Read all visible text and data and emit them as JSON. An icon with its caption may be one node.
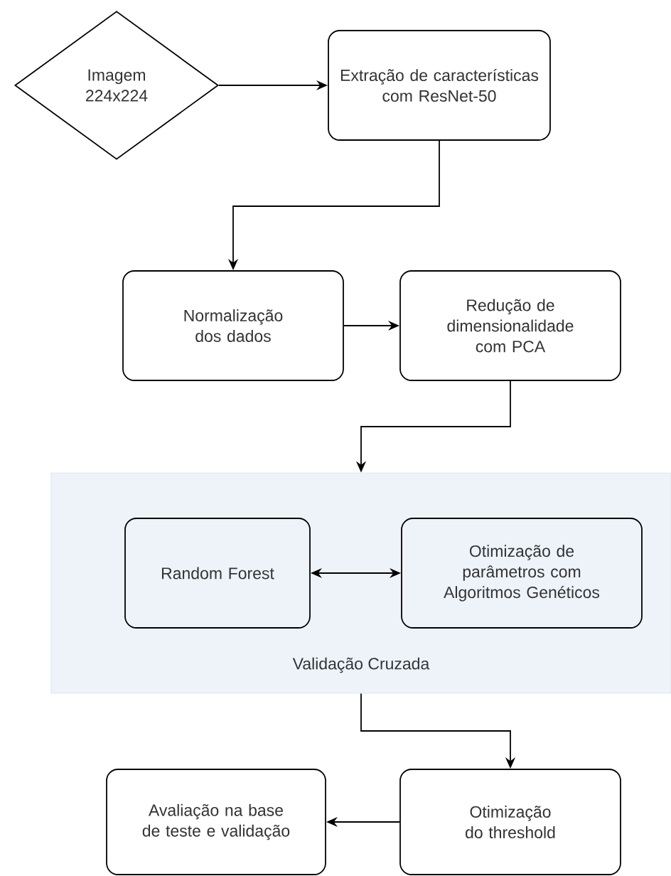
{
  "diagram": {
    "nodes": [
      {
        "text": [
          "Imagem 224x224"
        ]
      },
      {
        "text": [
          "Extração de características com ResNet-50"
        ]
      },
      {
        "text": [
          "Normalização dos dados"
        ]
      },
      {
        "text": [
          "Redução de dimensionalidade com PCA"
        ]
      },
      {
        "text": [
          "Validação Cruzada"
        ]
      },
      {
        "text": [
          "Random Forest"
        ],
        "in": 4
      },
      {
        "text": [
          "Otimização de parâmetros com Algoritmos Genéticos"
        ],
        "in": 4
      },
      {
        "text": [
          "Avaliação na base de teste e validação"
        ]
      },
      {
        "text": [
          "Otimização do threshold"
        ]
      }
    ],
    "edges": [
      {
        "from": 0,
        "to": 1,
        "arrow": "to"
      },
      {
        "from": 1,
        "to": 2,
        "arrow": "to"
      },
      {
        "from": 2,
        "to": 3,
        "arrow": "to"
      },
      {
        "from": 3,
        "to": 4,
        "arrow": "to"
      },
      {
        "from": 5,
        "to": 6,
        "arrow": "both"
      },
      {
        "from": 4,
        "to": 8,
        "arrow": "to"
      },
      {
        "from": 8,
        "to": 7,
        "arrow": "to"
      }
    ]
  }
}
